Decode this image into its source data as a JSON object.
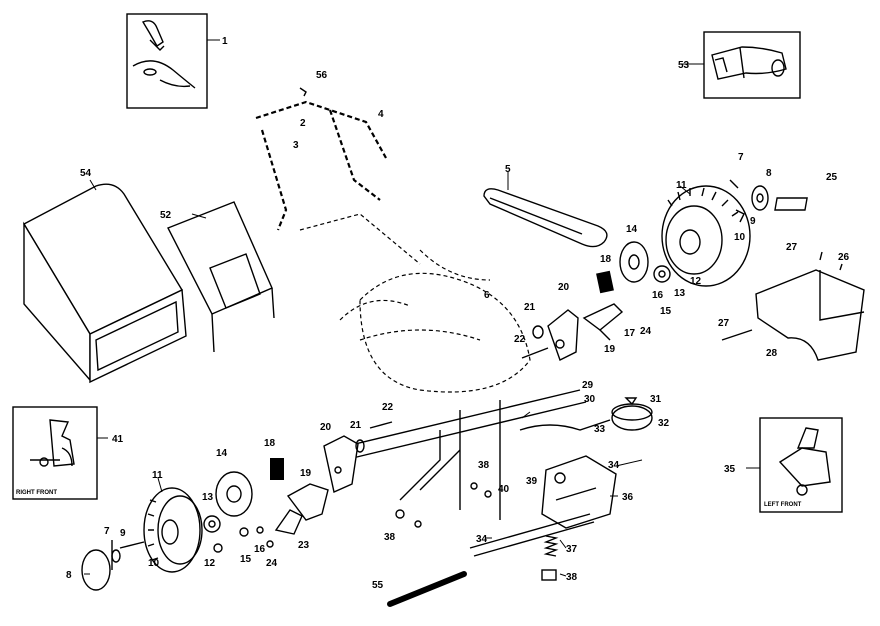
{
  "callouts": {
    "c1": "1",
    "c2": "2",
    "c3": "3",
    "c4": "4",
    "c5": "5",
    "c6": "6",
    "c7a": "7",
    "c7b": "7",
    "c8a": "8",
    "c8b": "8",
    "c9a": "9",
    "c9b": "9",
    "c10a": "10",
    "c10b": "10",
    "c11a": "11",
    "c11b": "11",
    "c12a": "12",
    "c12b": "12",
    "c13a": "13",
    "c13b": "13",
    "c14a": "14",
    "c14b": "14",
    "c15a": "15",
    "c15b": "15",
    "c16a": "16",
    "c16b": "16",
    "c17": "17",
    "c18a": "18",
    "c18b": "18",
    "c19a": "19",
    "c19b": "19",
    "c20a": "20",
    "c20b": "20",
    "c21a": "21",
    "c21b": "21",
    "c22a": "22",
    "c22b": "22",
    "c23": "23",
    "c24a": "24",
    "c24b": "24",
    "c25": "25",
    "c26": "26",
    "c27a": "27",
    "c27b": "27",
    "c28": "28",
    "c29": "29",
    "c30": "30",
    "c31": "31",
    "c32": "32",
    "c33": "33",
    "c34a": "34",
    "c34b": "34",
    "c35": "35",
    "c36": "36",
    "c37": "37",
    "c38a": "38",
    "c38b": "38",
    "c38c": "38",
    "c39": "39",
    "c40": "40",
    "c41": "41",
    "c52": "52",
    "c53": "53",
    "c54": "54",
    "c55": "55",
    "c56": "56"
  },
  "insets": {
    "right_front": "RIGHT FRONT",
    "left_front": "LEFT FRONT"
  }
}
